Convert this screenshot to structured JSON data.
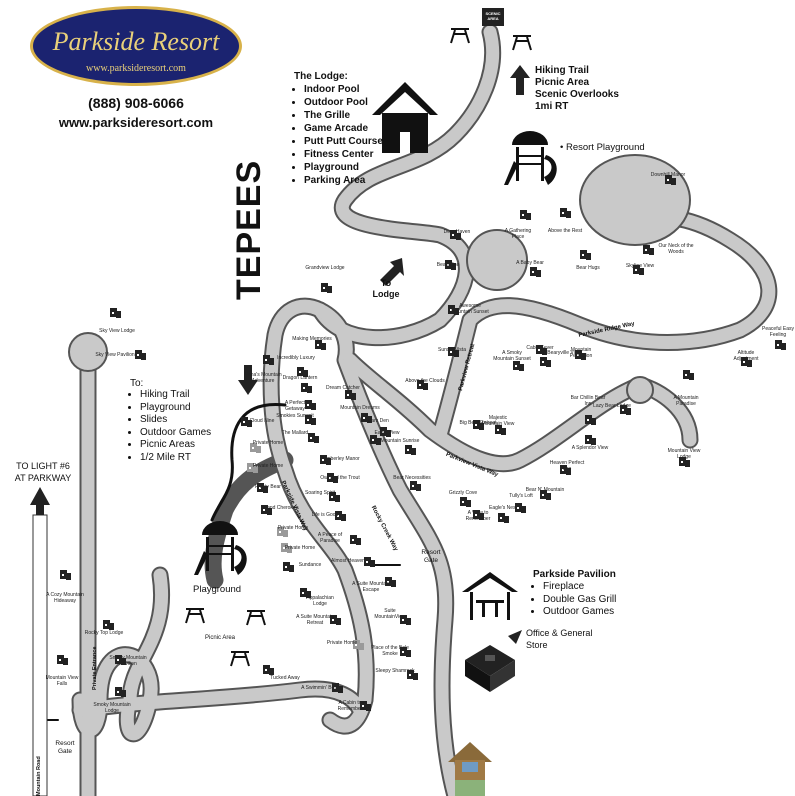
{
  "resort": {
    "logo_name": "Parkside Resort",
    "logo_url": "www.parksideresort.com",
    "phone": "(888) 908-6066",
    "website": "www.parksideresort.com"
  },
  "scenic_area": "SCENIC AREA",
  "hiking": {
    "lines": [
      "Hiking Trail",
      "Picnic Area",
      "Scenic Overlooks",
      "1mi RT"
    ]
  },
  "lodge": {
    "title": "The Lodge:",
    "items": [
      "Indoor Pool",
      "Outdoor Pool",
      "The Grille",
      "Game Arcade",
      "Putt Putt Course",
      "Fitness Center",
      "Playground",
      "Parking Area"
    ]
  },
  "resort_playground": "Resort Playground",
  "tepees": "TEPEES",
  "to_lodge": "To Lodge",
  "to_list": {
    "title": "To:",
    "items": [
      "Hiking Trail",
      "Playground",
      "Slides",
      "Outdoor Games",
      "Picnic Areas",
      "1/2 Mile RT"
    ]
  },
  "to_light": "TO LIGHT #6 AT PARKWAY",
  "playground": "Playground",
  "picnic_area": "Picnic Area",
  "pavilion": {
    "title": "Parkside Pavilion",
    "items": [
      "Fireplace",
      "Double  Gas Grill",
      "Outdoor Games"
    ]
  },
  "office": "Office & General Store",
  "resort_gate_top": "Resort Gate",
  "resort_gate_bottom": "Resort Gate",
  "roads": {
    "parkside_ridge": "Parkside Ridge Way",
    "parkview_retreat": "Parkview Retreat",
    "parkview_vista": "Parkview Vista Way",
    "parkside_parkway": "Parkside Vista Way",
    "rocky_creek": "Rocky Creek Way",
    "private_entrance": "Private Entrance",
    "mountain_road": "Mountain Road"
  },
  "cabins": {
    "sky_view_lodge": "Sky View Lodge",
    "sky_view_pavilion": "Sky View Pavilion",
    "grandview_lodge": "Grandview Lodge",
    "nanas": "Nana's Mountain Adventure",
    "making_memories": "Making Memories",
    "incredibly": "Incredibly Luxury",
    "cloud_nine": "Cloud Nine",
    "private_home_1": "Private Home",
    "private_home_2": "Private Home",
    "frosty_bear": "Frosty Bear",
    "grand_cherokee": "Grand Cherokee",
    "private_home_3": "Private Home",
    "private_home_4": "Private Home",
    "sundance": "Sundance",
    "pemberley": "Pemberley Manor",
    "owl_trout": "Owl and the Trout",
    "soaring_spirit": "Soaring Spirit",
    "life_is_good": "Life is Good",
    "peace_paradise": "A Peace of Paradise",
    "almost_heaven": "Almost Heaven",
    "suite_escape": "A Suite Mountain Escape",
    "appalachian": "Appalachian Lodge",
    "suite_retreat": "A Suite Mountain Retreat",
    "suite_mountainview": "Suite MountainView",
    "private_home_5": "Private Home",
    "bale_smoke": "Place of the Bale Smoke",
    "sleepy_shamrock": "Sleepy Shamrock",
    "tucked_away": "Tucked Away",
    "swimmin_bear": "A Swimmin' Bear",
    "cabin_remember": "A Cabin to Remember",
    "rocky_top": "Rocky Top Lodge",
    "smoky_pavilion": "Smoky Mountain Pavilion",
    "smoky_lodge": "Smoky Mountain Lodge",
    "cozy_hideaway": "A Cozy Mountain Hideaway",
    "mountain_view_falls": "Mountain View Falls",
    "a_gathering": "A Gathering Place",
    "above_rest": "Above the Rest",
    "downhill": "Downhill Manor",
    "deer_haven": "Deer Haven",
    "bearadise": "Bearadise",
    "baby_bear": "A Baby Bear",
    "bear_hugs": "Bear Hugs",
    "skyline_view": "Skyline View",
    "our_neck": "Our Neck of the Woods",
    "awesome_sunset": "Awesome Mountain Sunset",
    "sunset_vista": "Sunset Vista",
    "above_clouds": "Above the Clouds",
    "smoky_sunset": "A Smoky Mountain Sunset",
    "cabin_fever": "Cabin Fever",
    "bearyville": "A Bearyville View",
    "mountain_view_2": "Mountain Perfection",
    "peaceful_feeling": "Peaceful Easy Feeling",
    "altitude": "Altitude Adjustment",
    "mountain_paradise": "A Mountain Paradise",
    "lazy_bear": "Lazy Bear Lodge",
    "bar_chillin": "Bar Chillin Bear Inn",
    "big_bear": "Big Bear Retreat",
    "majestic": "Majestic Mountain View",
    "splendor": "A Splendor View",
    "mountain_view_lodge": "Mountain View Lodge",
    "perfect_fire": "Heaven Perfect Fire",
    "bear_necessities": "Bear Necessities",
    "grizzly": "Grizzly Cove",
    "view_remember": "A View to Remember",
    "eagles_nest": "Eagle's Nest",
    "tullys": "Tully's Loft",
    "bear_n_mtn": "Bear N' Mountain",
    "mountain_sunrise": "Mountain Sunrise",
    "bears_den": "Bears Den",
    "mountain_dreams": "Mountain Dreams",
    "dream_catcher": "Dream Catcher",
    "smokies_summit": "Smokies Summit",
    "a_perfect": "A Perfect Getaway",
    "dragon_lantern": "Dragon Lantern",
    "mallard": "The Mallard",
    "eagle_view": "Eagle View"
  },
  "colors": {
    "road": "#c9c9c9",
    "road_edge": "#555555",
    "cabin": "#222222",
    "private_home": "#9a9a9a",
    "logo_bg": "#1b2370",
    "logo_gold": "#d8b24a"
  }
}
